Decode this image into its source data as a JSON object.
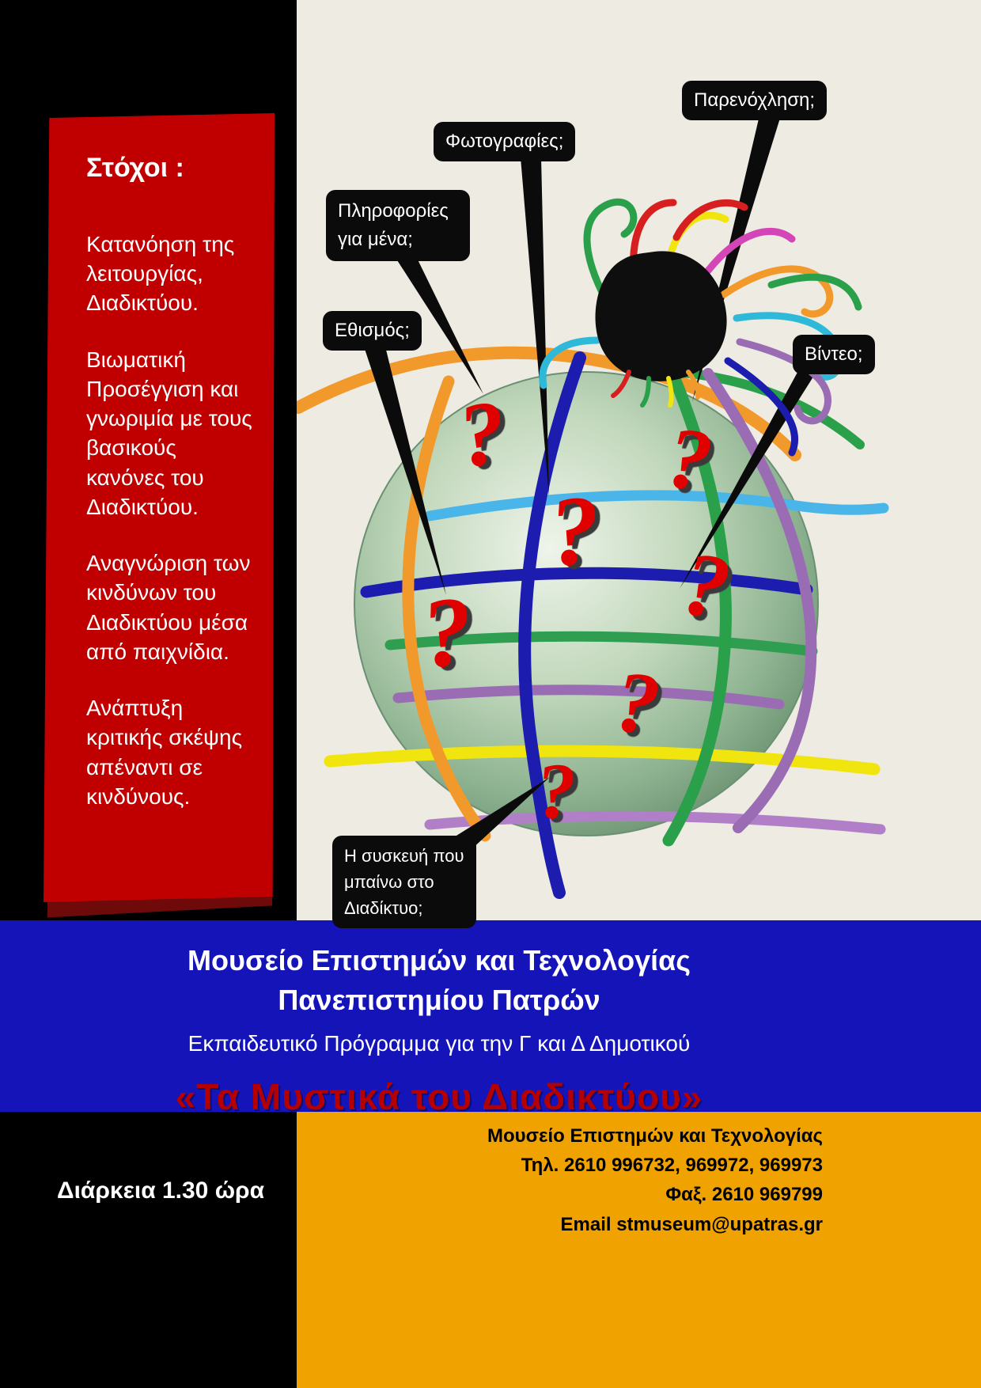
{
  "left_panel": {
    "title": "Στόχοι :",
    "goals": [
      "Κατανόηση της λειτουργίας, Διαδικτύου.",
      "Βιωματική Προσέγγιση και γνωριμία με τους βασικούς κανόνες του Διαδικτύου.",
      "Αναγνώριση των  κινδύνων του Διαδικτύου μέσα από παιχνίδια.",
      "Ανάπτυξη κριτικής σκέψης απέναντι σε κινδύνους."
    ]
  },
  "illustration": {
    "question_mark": "?",
    "callouts": [
      {
        "name": "addiction",
        "label": "Εθισμός;"
      },
      {
        "name": "personal-info",
        "label": "Πληροφορίες για μένα;"
      },
      {
        "name": "photos",
        "label": "Φωτογραφίες;"
      },
      {
        "name": "harassment",
        "label": "Παρενόχληση;"
      },
      {
        "name": "video",
        "label": "Βίντεο;"
      },
      {
        "name": "device",
        "label": "Η συσκευή που μπαίνω  στο Διαδίκτυο;"
      }
    ]
  },
  "banner": {
    "museum_line1": "Μουσείο  Επιστημών και Τεχνολογίας",
    "museum_line2": "Πανεπιστημίου Πατρών",
    "program": "Εκπαιδευτικό Πρόγραμμα για την Γ και Δ Δημοτικού",
    "title": "«Τα Μυστικά του Διαδικτύου»"
  },
  "footer": {
    "duration": "Διάρκεια  1.30 ώρα",
    "contact_lines": [
      "Μουσείο Επιστημών και Τεχνολογίας",
      "Τηλ. 2610 996732, 969972, 969973",
      "Φαξ. 2610 969799",
      "Email stmuseum@upatras.gr"
    ]
  },
  "colors": {
    "ribbon_red": "#c00000",
    "band_blue": "#1414b8",
    "footer_gold": "#f0a300",
    "title_red": "#b40000",
    "canvas_cream": "#edebe2",
    "question_red": "#e00000"
  }
}
